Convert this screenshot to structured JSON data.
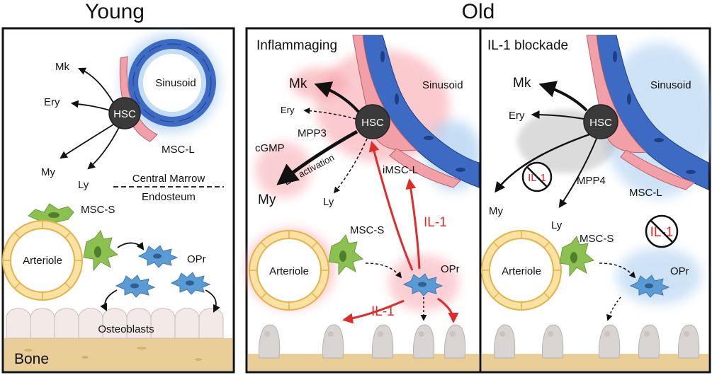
{
  "headers": {
    "young": "Young",
    "old": "Old"
  },
  "panels": {
    "young": {
      "cells": {
        "hsc": "HSC",
        "sinusoid": "Sinusoid",
        "msc_l": "MSC-L",
        "msc_s": "MSC-S",
        "arteriole": "Arteriole",
        "opr": "OPr",
        "osteoblasts": "Osteoblasts",
        "bone": "Bone"
      },
      "lineages": {
        "mk": "Mk",
        "ery": "Ery",
        "my": "My",
        "ly": "Ly"
      },
      "zones": {
        "central": "Central Marrow",
        "endosteum": "Endosteum"
      }
    },
    "inflammaging": {
      "title": "Inflammaging",
      "cells": {
        "hsc": "HSC",
        "sinusoid": "Sinusoid",
        "imsc_l": "iMSC-L",
        "msc_s": "MSC-S",
        "arteriole": "Arteriole",
        "opr": "OPr"
      },
      "lineages": {
        "mk": "Mk",
        "ery": "Ery",
        "my": "My",
        "ly": "Ly"
      },
      "pathway": {
        "mpp3": "MPP3",
        "cgmp": "cGMP",
        "em": "EM activation"
      },
      "signals": {
        "il1_upper": "IL-1",
        "il1_lower": "IL-1"
      }
    },
    "blockade": {
      "title": "IL-1 blockade",
      "cells": {
        "hsc": "HSC",
        "sinusoid": "Sinusoid",
        "msc_l": "MSC-L",
        "msc_s": "MSC-S",
        "arteriole": "Arteriole",
        "opr": "OPr"
      },
      "lineages": {
        "mk": "Mk",
        "ery": "Ery",
        "my": "My",
        "ly": "Ly"
      },
      "pathway": {
        "mpp4": "MPP4"
      },
      "blocked": {
        "sign_upper": "IL-1",
        "sign_lower": "IL-1"
      }
    }
  },
  "colors": {
    "il1_signal": "#e02b2b",
    "sinusoid_endothelium": "#3d6bc4",
    "msc_l": "#f2a0a8",
    "msc_s": "#8cc152",
    "arteriole": "#f5c04a",
    "opr": "#5b9bd5",
    "hsc": "#3a3a3a",
    "bone": "#e9cf97"
  }
}
